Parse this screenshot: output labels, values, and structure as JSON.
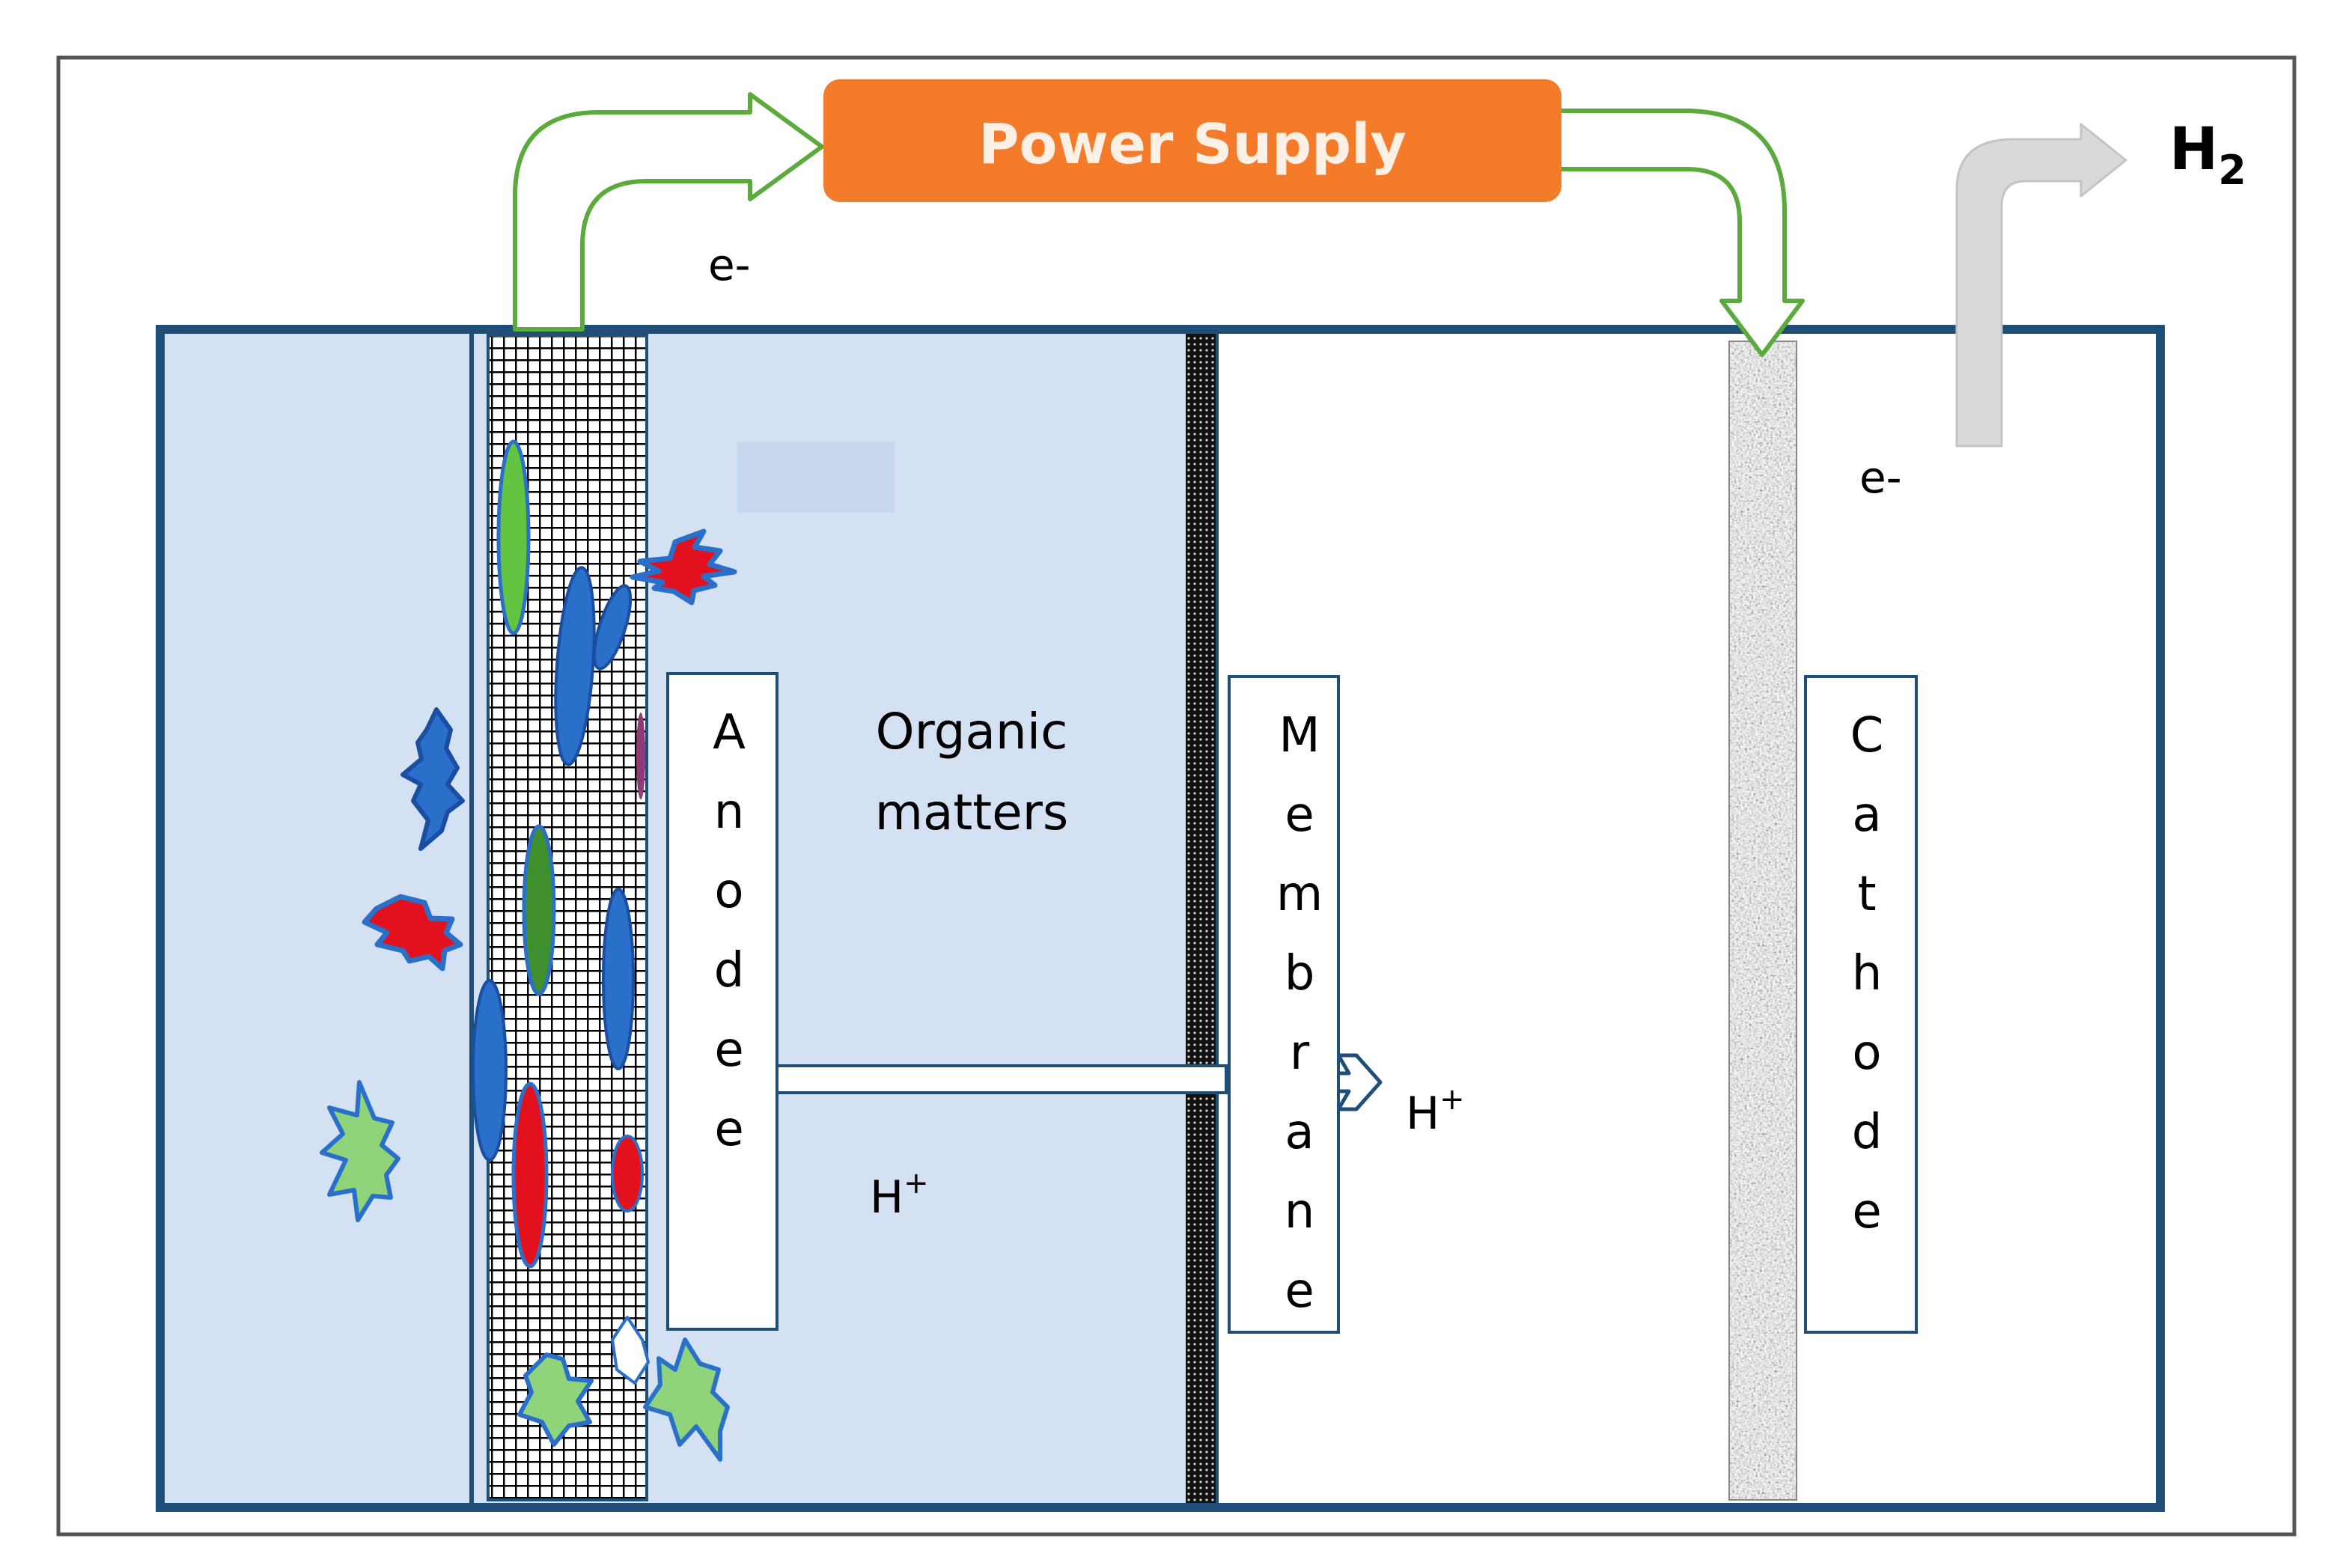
{
  "power_supply": {
    "label": "Power Supply"
  },
  "labels": {
    "electron_top": "e-",
    "electron_cathode": "e-",
    "hydrogen_base": "H",
    "hydrogen_sub": "2",
    "organic_line1": "Organic",
    "organic_line2": "matters",
    "proton_base": "H",
    "proton_sup": "+"
  },
  "electrodes": {
    "anode": [
      "A",
      "n",
      "o",
      "d",
      "e",
      "e"
    ],
    "membrane": [
      "M",
      "e",
      "m",
      "b",
      "r",
      "a",
      "n",
      "e"
    ],
    "cathode": [
      "C",
      "a",
      "t",
      "h",
      "o",
      "d",
      "e"
    ]
  },
  "colors": {
    "tank_border": "#1f4e79",
    "anode_chamber_fill": "#d4e1f3",
    "power_supply_fill": "#f47b2a",
    "arrow_stroke": "#5aaa3c",
    "h2_arrow_fill": "#d9d9d9",
    "microbe_red": "#e3101d",
    "microbe_blue": "#2a6fc9",
    "microbe_green": "#62c440",
    "microbe_light_green": "#8fd37a"
  }
}
